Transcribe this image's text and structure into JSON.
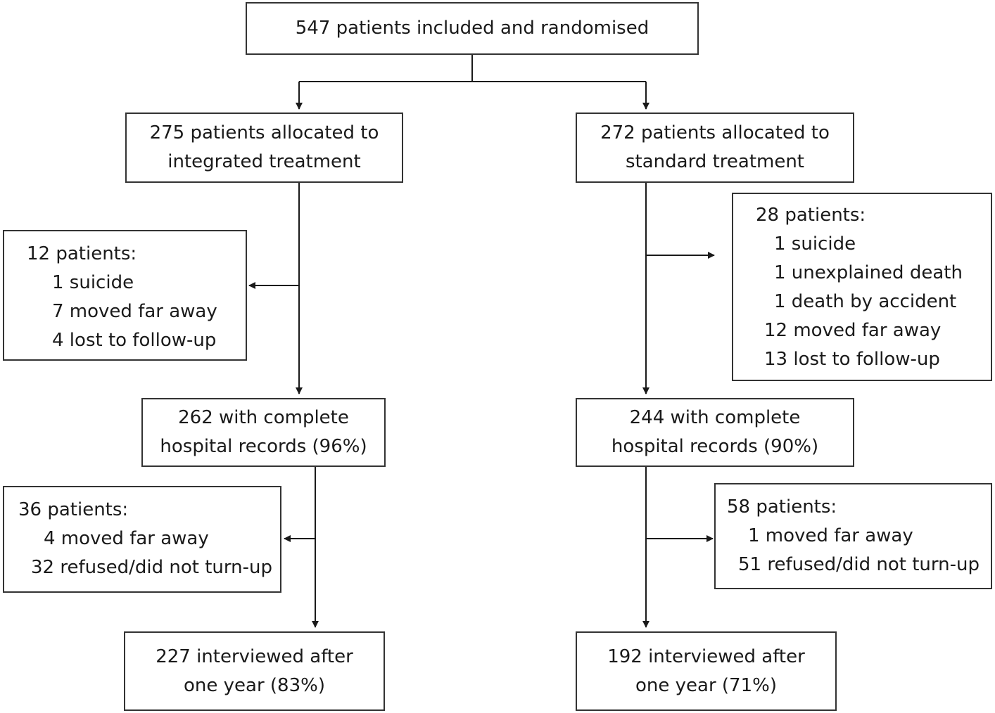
{
  "top": {
    "line1": "547 patients included and randomised"
  },
  "left_arm": {
    "allocated": {
      "line1": "275 patients allocated to",
      "line2": "integrated treatment"
    },
    "dropout1": {
      "header": "12 patients:",
      "items": [
        "1 suicide",
        "7 moved far away",
        "4 lost to follow-up"
      ]
    },
    "records": {
      "line1": "262 with complete",
      "line2": "hospital records (96%)"
    },
    "dropout2": {
      "header": "36 patients:",
      "items": [
        "4 moved far away",
        "32 refused/did not turn-up"
      ]
    },
    "interviewed": {
      "line1": "227 interviewed after",
      "line2": "one year (83%)"
    }
  },
  "right_arm": {
    "allocated": {
      "line1": "272 patients allocated to",
      "line2": "standard treatment"
    },
    "dropout1": {
      "header": "28 patients:",
      "items": [
        "1 suicide",
        "1 unexplained death",
        "1 death by accident",
        "12 moved far away",
        "13 lost to follow-up"
      ]
    },
    "records": {
      "line1": "244 with complete",
      "line2": "hospital records (90%)"
    },
    "dropout2": {
      "header": "58 patients:",
      "items": [
        "1 moved far away",
        "51 refused/did not turn-up"
      ]
    },
    "interviewed": {
      "line1": "192 interviewed after",
      "line2": "one year (71%)"
    }
  }
}
